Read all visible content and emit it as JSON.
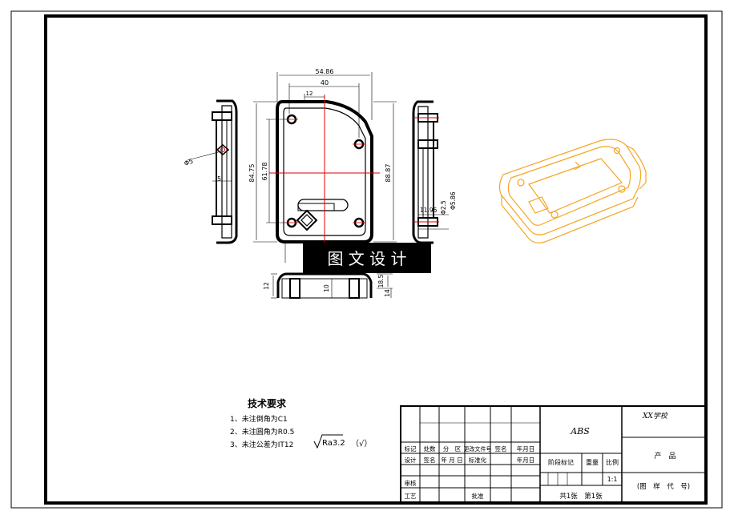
{
  "watermark": "图 文 设 计",
  "dimensions": {
    "overall_width": "54.86",
    "inner_width": "40",
    "offset_12": "12",
    "height_left_outer": "84.75",
    "height_left_inner": "61.78",
    "height_right": "88.87",
    "hole_dia": "Φ5",
    "side_5": "5",
    "side_11_95": "11.95",
    "side_phi_5_86": "Φ5.86",
    "side_phi_2_5": "Φ2.5",
    "bottom_12": "12",
    "bottom_10": "10",
    "bottom_18_5": "18.5",
    "bottom_14": "14"
  },
  "tech_requirements": {
    "title": "技术要求",
    "items": [
      "1、未注倒角为C1",
      "2、未注圆角为R0.5",
      "3、未注公差为IT12"
    ]
  },
  "roughness": {
    "value": "Ra3.2",
    "suffix": "（√）"
  },
  "title_block": {
    "company": "XX学校",
    "material": "ABS",
    "product_label": "产　品",
    "drawing_no_label": "(图　样　代　号)",
    "scale": "1:1",
    "sheets": "共1张　第1张",
    "stage_mark": "阶段标记",
    "weight": "重量",
    "ratio": "比例",
    "row_labels": [
      "标记",
      "处数",
      "分　区",
      "更改文件号",
      "签名",
      "年月日"
    ],
    "row2_labels": [
      "设计",
      "签名",
      "年 月 日",
      "标准化",
      "",
      "年月日"
    ],
    "left_labels": [
      "审核",
      "工艺"
    ],
    "approve": "批准"
  },
  "colors": {
    "line": "#000000",
    "center": "#e00000",
    "iso": "#f5a623"
  }
}
